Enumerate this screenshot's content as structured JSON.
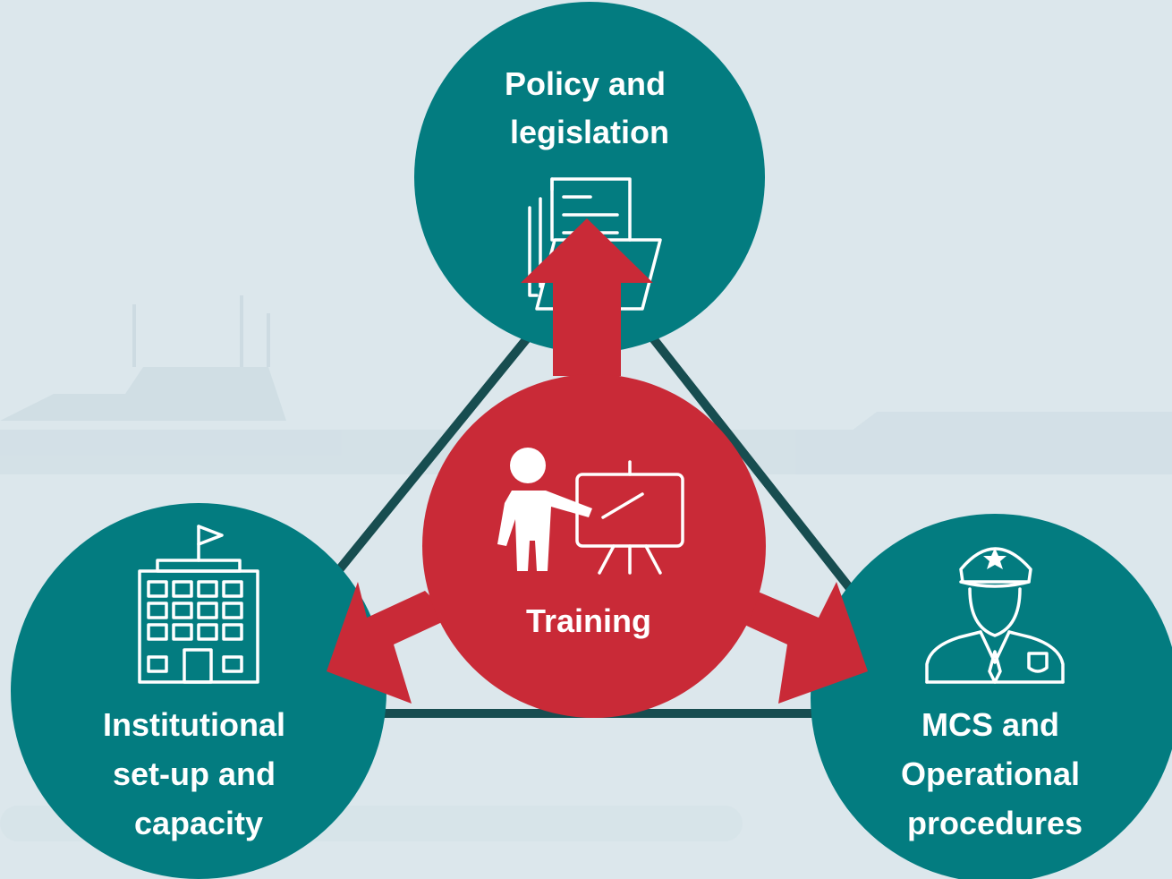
{
  "colors": {
    "background": "#dce7ec",
    "teal": "#037c80",
    "red": "#c92a37",
    "connector": "#174d50",
    "icon": "#ffffff"
  },
  "nodes": {
    "top": {
      "lines": [
        "Policy and",
        "legislation"
      ],
      "icon": "documents-folder-icon"
    },
    "left": {
      "lines": [
        "Institutional",
        "set-up and",
        "capacity"
      ],
      "icon": "office-building-icon"
    },
    "right": {
      "lines": [
        "MCS and",
        "Operational",
        "procedures"
      ],
      "icon": "police-officer-icon"
    },
    "center": {
      "lines": [
        "Training"
      ],
      "icon": "teacher-presentation-icon"
    }
  }
}
